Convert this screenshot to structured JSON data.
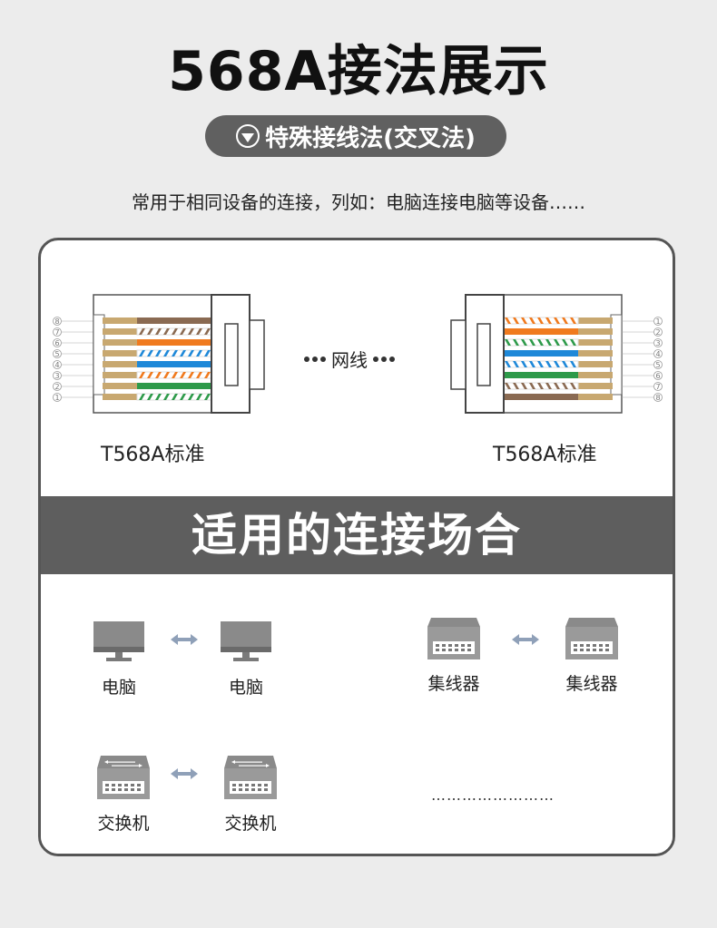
{
  "title": "568A接法展示",
  "pill": {
    "text": "特殊接线法(交叉法)",
    "icon": "down-triangle-circle-icon"
  },
  "intro": "常用于相同设备的连接，列如：电脑连接电脑等设备……",
  "wiring": {
    "left_label": "T568A标准",
    "right_label": "T568A标准",
    "cable_label": "网线",
    "left_pins": [
      "8",
      "7",
      "6",
      "5",
      "4",
      "3",
      "2",
      "1"
    ],
    "right_pins": [
      "1",
      "2",
      "3",
      "4",
      "5",
      "6",
      "7",
      "8"
    ]
  },
  "section_title": "适用的连接场合",
  "devices": {
    "pc_a": "电脑",
    "pc_b": "电脑",
    "hub_a": "集线器",
    "hub_b": "集线器",
    "switch_a": "交换机",
    "switch_b": "交换机",
    "more": "……………………"
  },
  "colors": {
    "orange": "#f07a1e",
    "blue": "#1e88d8",
    "green": "#2e9a4a",
    "brown": "#8a6a52",
    "band": "#5e5e5e"
  }
}
